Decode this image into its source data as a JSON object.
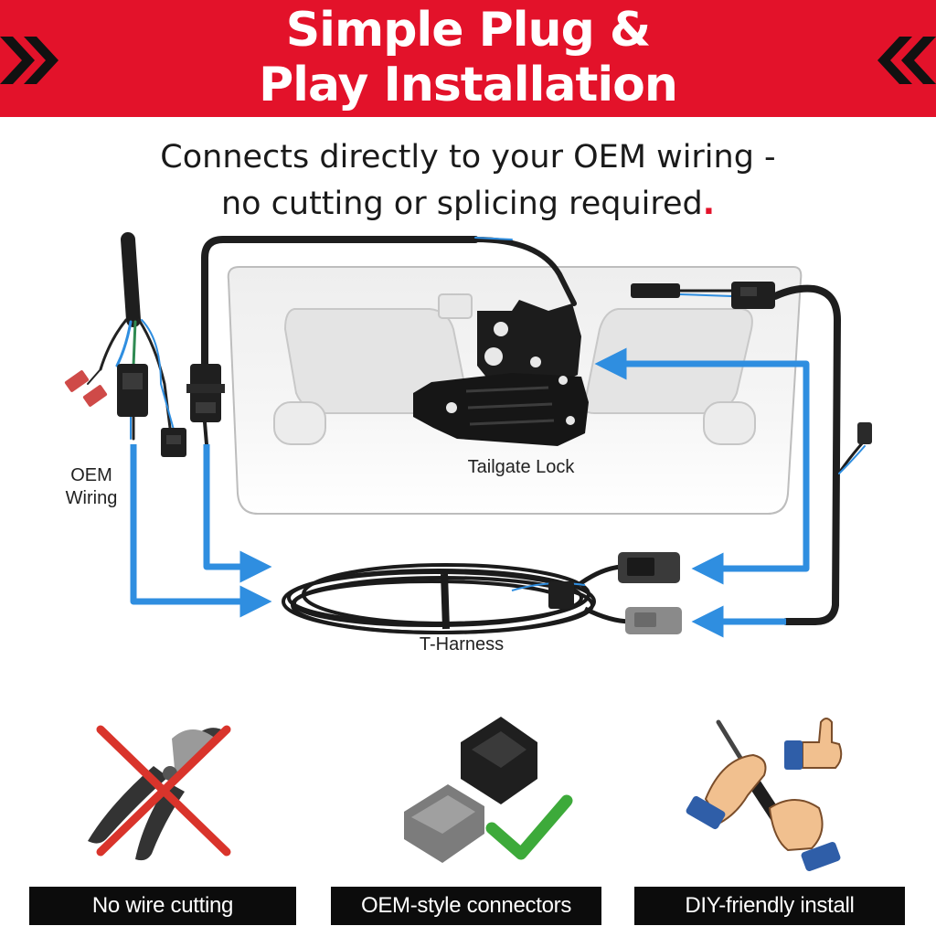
{
  "header": {
    "title_line1": "Simple Plug &",
    "title_line2": "Play Installation",
    "subtitle_line1": "Connects directly to your OEM wiring -",
    "subtitle_line2": "no cutting or splicing required",
    "subtitle_end": "."
  },
  "diagram": {
    "oem_label": "OEM Wiring",
    "lock_label": "Tailgate Lock",
    "harness_label": "T-Harness"
  },
  "features": [
    {
      "label": "No wire cutting",
      "icon": "crossed-out-wire-cutters-icon"
    },
    {
      "label": "OEM-style connectors",
      "icon": "connector-checkmark-icon"
    },
    {
      "label": "DIY-friendly install",
      "icon": "hands-screwdriver-thumbs-up-icon"
    }
  ],
  "colors": {
    "banner": "#e3122a",
    "arrow": "#2f8ee0",
    "wire": "#2a2a2a",
    "check": "#3daa3a",
    "cross": "#d9342b",
    "feature_bar": "#0c0c0c"
  }
}
